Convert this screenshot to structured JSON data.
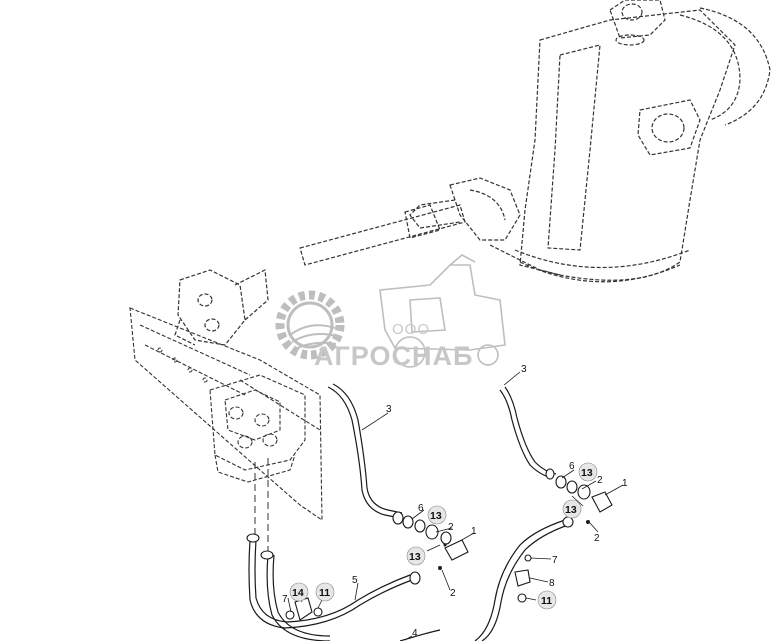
{
  "watermark": {
    "prefix": "ООО",
    "brand": "АГРОСНАБ"
  },
  "callouts": {
    "c_3_top_right": "3",
    "c_3_left": "3",
    "c_6_right": "6",
    "c_13_right_top": "13",
    "c_2_right_top": "2",
    "c_1_right": "1",
    "c_13_right_mid": "13",
    "c_2_right_bottom": "2",
    "c_7_right": "7",
    "c_8_right": "8",
    "c_11_right": "11",
    "c_6_left": "6",
    "c_13_left_top": "13",
    "c_2_left_top": "2",
    "c_1_left": "1",
    "c_13_left_bottom": "13",
    "c_2_left_bottom": "2",
    "c_5": "5",
    "c_4": "4",
    "c_14": "14",
    "c_11_left": "11",
    "c_7_left": "7"
  },
  "colors": {
    "line": "#1a1a1a",
    "dashed": "#333333",
    "watermark": "#9a9a9a",
    "callout_fill": "#e6e6e6"
  }
}
